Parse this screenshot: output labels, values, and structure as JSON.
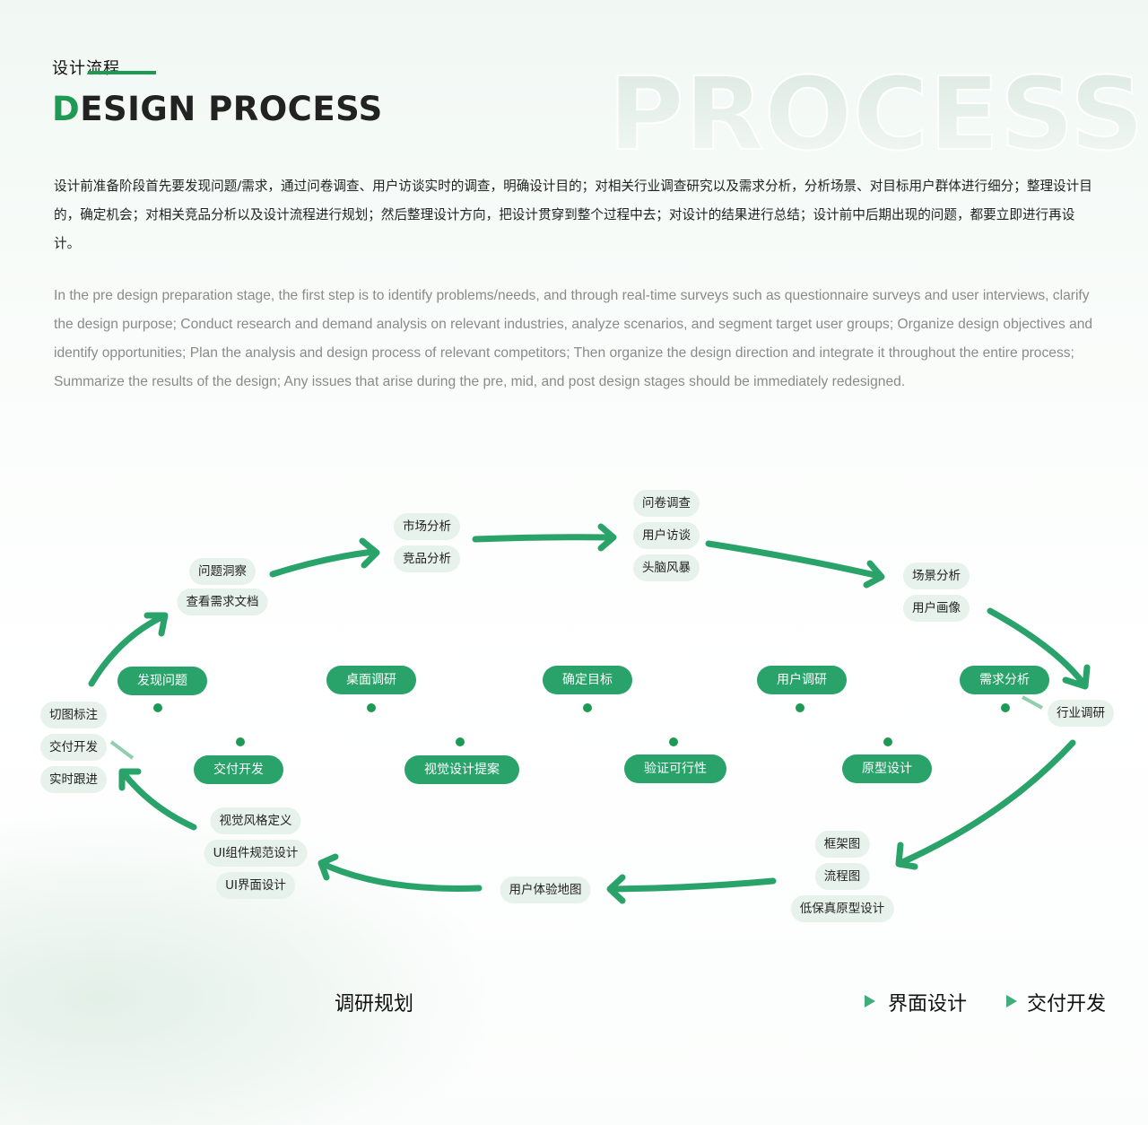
{
  "header": {
    "subtitle_cn": "设计流程",
    "title_first_letter": "D",
    "title_rest": "ESIGN PROCESS",
    "ghost_word": "PROCESS"
  },
  "intro": {
    "cn": "设计前准备阶段首先要发现问题/需求，通过问卷调查、用户访谈实时的调查，明确设计目的；对相关行业调查研究以及需求分析，分析场景、对目标用户群体进行细分；整理设计目的，确定机会；对相关竞品分析以及设计流程进行规划；然后整理设计方向，把设计贯穿到整个过程中去；对设计的结果进行总结；设计前中后期出现的问题，都要立即进行再设计。",
    "en": "In the pre design preparation stage, the first step is to identify problems/needs, and through real-time surveys such as questionnaire surveys and user interviews, clarify the design purpose; Conduct research and demand analysis on relevant industries, analyze scenarios, and segment target user groups; Organize design objectives and identify opportunities; Plan the analysis and design process of relevant competitors; Then organize the design direction and integrate it throughout the entire process; Summarize the results of the design; Any issues that arise during the pre, mid, and post design stages should be immediately redesigned."
  },
  "diagram": {
    "left_tags": [
      "切图标注",
      "交付开发",
      "实时跟进"
    ],
    "right_tag": "行业调研",
    "top_groups": [
      [
        "问题洞察",
        "查看需求文档"
      ],
      [
        "市场分析",
        "竞品分析"
      ],
      [
        "问卷调查",
        "用户访谈",
        "头脑风暴"
      ],
      [
        "场景分析",
        "用户画像"
      ]
    ],
    "bottom_groups": [
      [
        "框架图",
        "流程图",
        "低保真原型设计"
      ],
      [
        "用户体验地图"
      ],
      [
        "视觉风格定义",
        "UI组件规范设计",
        "UI界面设计"
      ]
    ],
    "top_pills": [
      "发现问题",
      "桌面调研",
      "确定目标",
      "用户调研",
      "需求分析"
    ],
    "bottom_pills": [
      "交付开发",
      "视觉设计提案",
      "验证可行性",
      "原型设计"
    ]
  },
  "phases": [
    "调研规划",
    "界面设计",
    "交付开发"
  ],
  "colors": {
    "accent": "#1e9a55",
    "arrow": "#2aa36b",
    "tag_bg": "#e8f2ec",
    "pill_bg": "#2aa36b"
  }
}
